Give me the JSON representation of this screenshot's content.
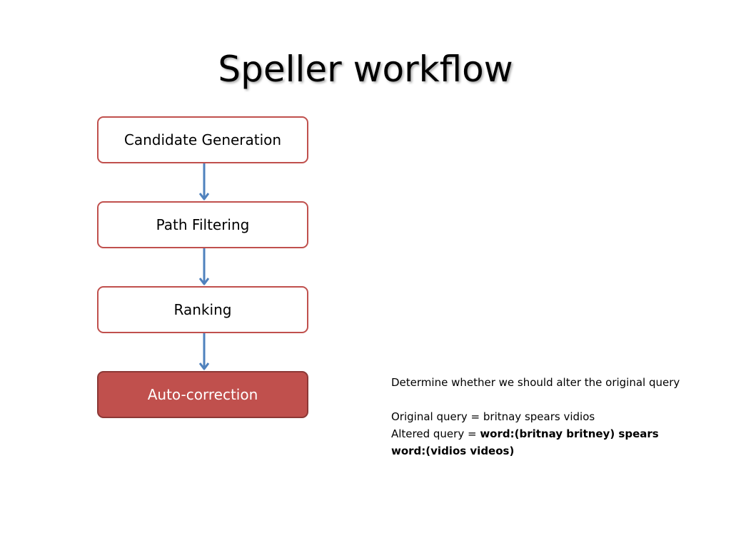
{
  "slide": {
    "title": "Speller workflow"
  },
  "workflow": {
    "steps": [
      {
        "label": "Candidate Generation",
        "active": false
      },
      {
        "label": "Path Filtering",
        "active": false
      },
      {
        "label": "Ranking",
        "active": false
      },
      {
        "label": "Auto-correction",
        "active": true
      }
    ]
  },
  "note": {
    "description": "Determine whether we should alter the original query",
    "original_prefix": "Original query = ",
    "original_value": "britnay spears vidios",
    "altered_prefix": "Altered query = ",
    "altered_value_line1": "word:(britnay britney) spears",
    "altered_value_line2": "word:(vidios videos)"
  },
  "colors": {
    "box_border": "#c0504d",
    "active_fill": "#c0504d",
    "arrow": "#4f81bd"
  }
}
